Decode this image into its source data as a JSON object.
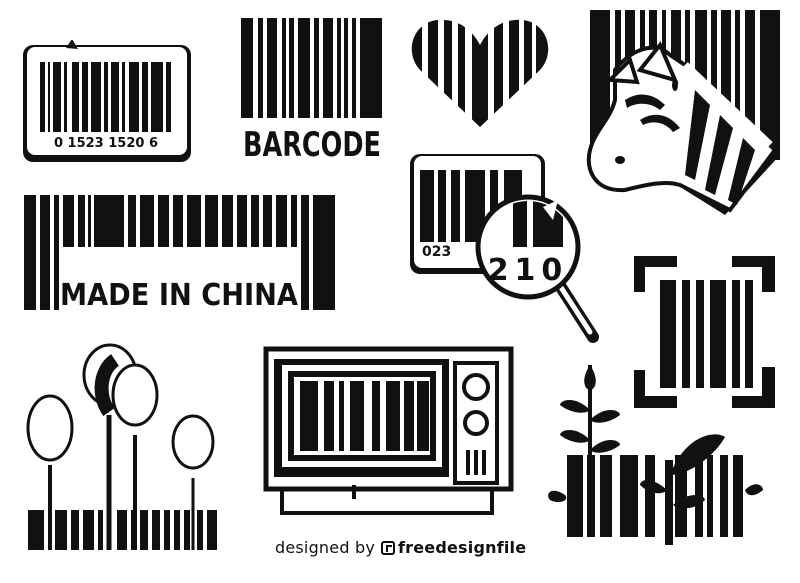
{
  "illustrations": [
    {
      "id": "sticker-barcode",
      "digits": "0 1523 1520 6"
    },
    {
      "id": "barcode-label",
      "text": "BARCODE"
    },
    {
      "id": "heart-barcode"
    },
    {
      "id": "zebra-barcode"
    },
    {
      "id": "made-in-china-barcode",
      "text": "MADE IN CHINA"
    },
    {
      "id": "magnifier-barcode",
      "digits_left": "0 2 3",
      "digits_magnified": "2 1 0"
    },
    {
      "id": "scan-frame-barcode"
    },
    {
      "id": "balloons-barcode"
    },
    {
      "id": "tv-barcode"
    },
    {
      "id": "plants-barcode"
    }
  ],
  "sticker": {
    "digits": "0 1523 1520 6"
  },
  "barcode_label": {
    "text": "BARCODE"
  },
  "made_in_china": {
    "text": "MADE IN CHINA"
  },
  "magnifier": {
    "digits_left": "023",
    "digits_magnified": "210"
  },
  "credit": {
    "prefix": "designed by",
    "brand": "freedesignfile"
  },
  "colors": {
    "ink": "#111111",
    "background": "#ffffff"
  }
}
